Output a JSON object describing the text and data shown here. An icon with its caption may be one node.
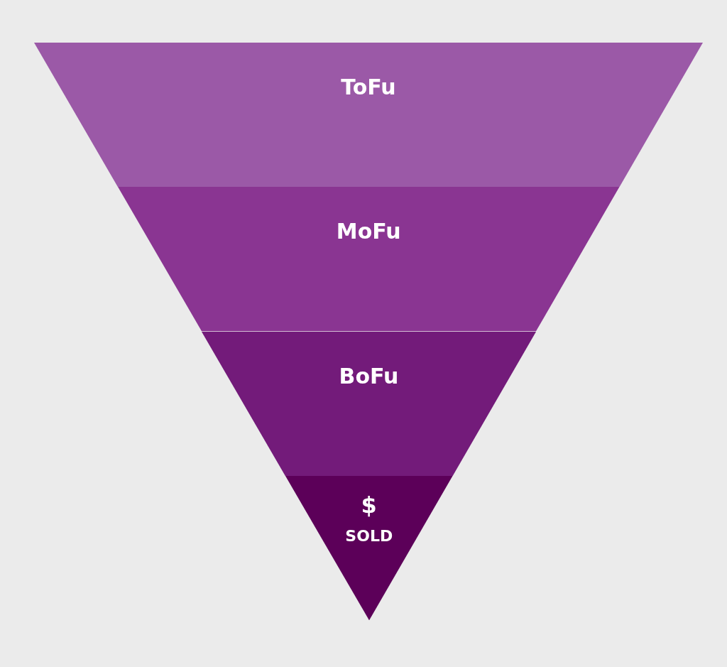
{
  "diagram": {
    "nodes": [
      {
        "text": [
          "ToFu"
        ]
      },
      {
        "text": [
          "MoFu"
        ]
      },
      {
        "text": [
          "BoFu"
        ]
      },
      {
        "text": [
          "$",
          "SOLD"
        ]
      }
    ]
  }
}
